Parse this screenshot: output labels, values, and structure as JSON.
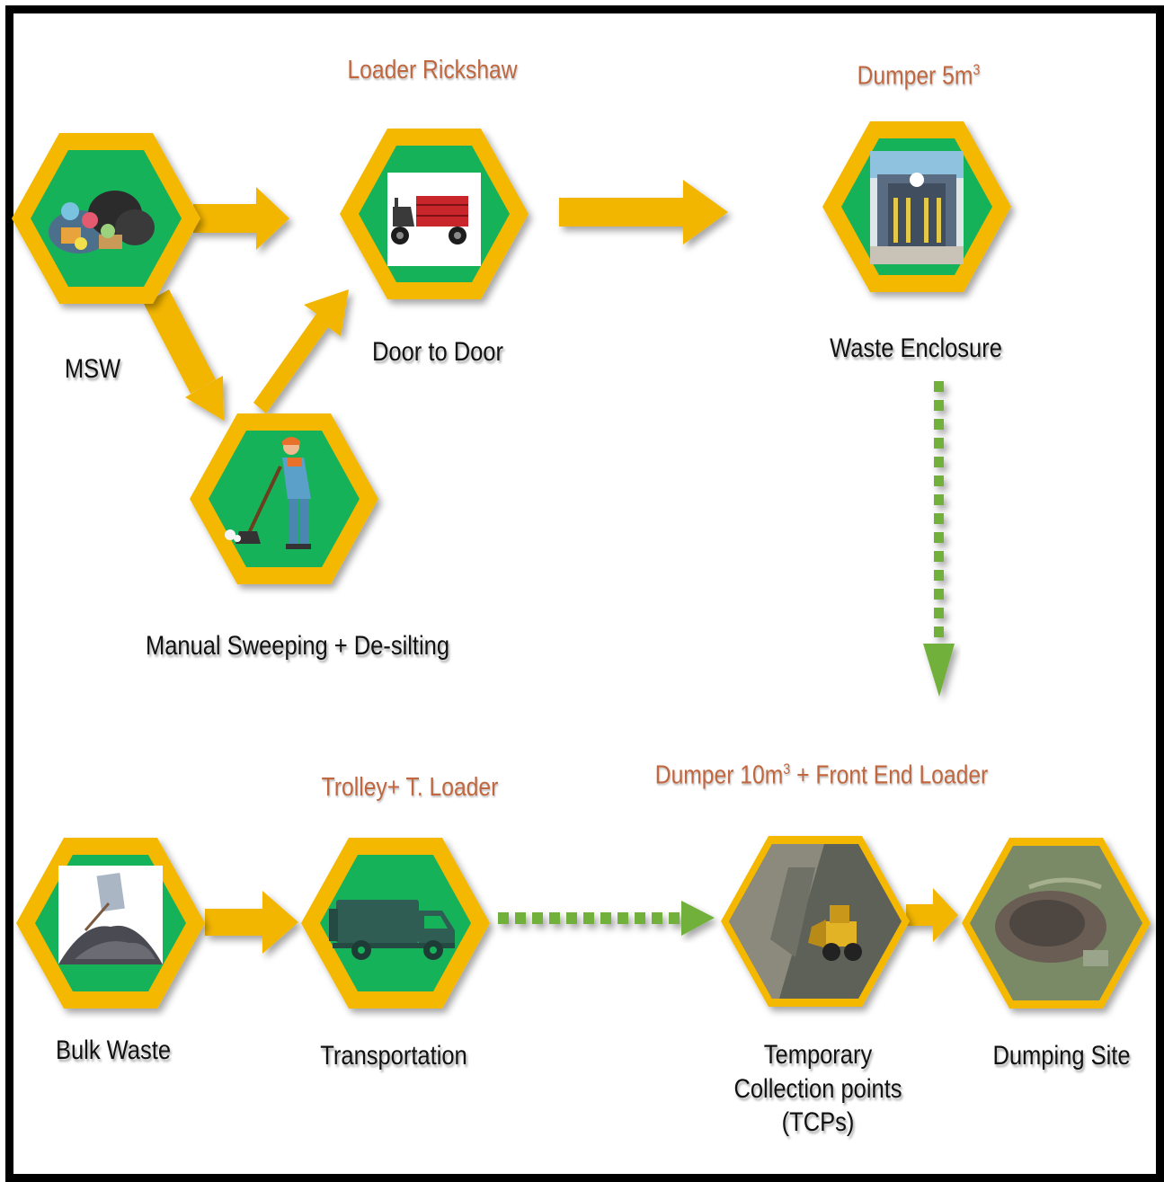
{
  "colors": {
    "hex_outer": "#f5b800",
    "hex_inner": "#16b25a",
    "arrow_solid": "#f3b600",
    "arrow_dotted": "#6fb03a",
    "vehicle_text": "#c0673f"
  },
  "nodes": {
    "msw": {
      "label": "MSW",
      "icon": "garbage-bags-icon"
    },
    "door": {
      "label": "Door to Door",
      "icon": "loader-rickshaw-icon"
    },
    "enclosure": {
      "label": "Waste Enclosure",
      "icon": "waste-enclosure-icon"
    },
    "sweeping": {
      "label": "Manual Sweeping + De-silting",
      "icon": "sweeper-icon"
    },
    "bulk": {
      "label": "Bulk Waste",
      "icon": "bulk-waste-dump-icon"
    },
    "transport": {
      "label": "Transportation",
      "icon": "garbage-truck-icon"
    },
    "tcp": {
      "label": "Temporary\nCollection points\n(TCPs)",
      "icon": "front-end-loader-site-icon"
    },
    "dump": {
      "label": "Dumping Site",
      "icon": "dumping-site-aerial-icon"
    }
  },
  "vehicles": {
    "loader_rickshaw": "Loader Rickshaw",
    "dumper5": {
      "text": "Dumper 5m",
      "sup": "3"
    },
    "trolley": "Trolley+ T. Loader",
    "dumper10": {
      "text": "Dumper 10m",
      "sup": "3",
      "suffix": " + Front End Loader"
    }
  }
}
